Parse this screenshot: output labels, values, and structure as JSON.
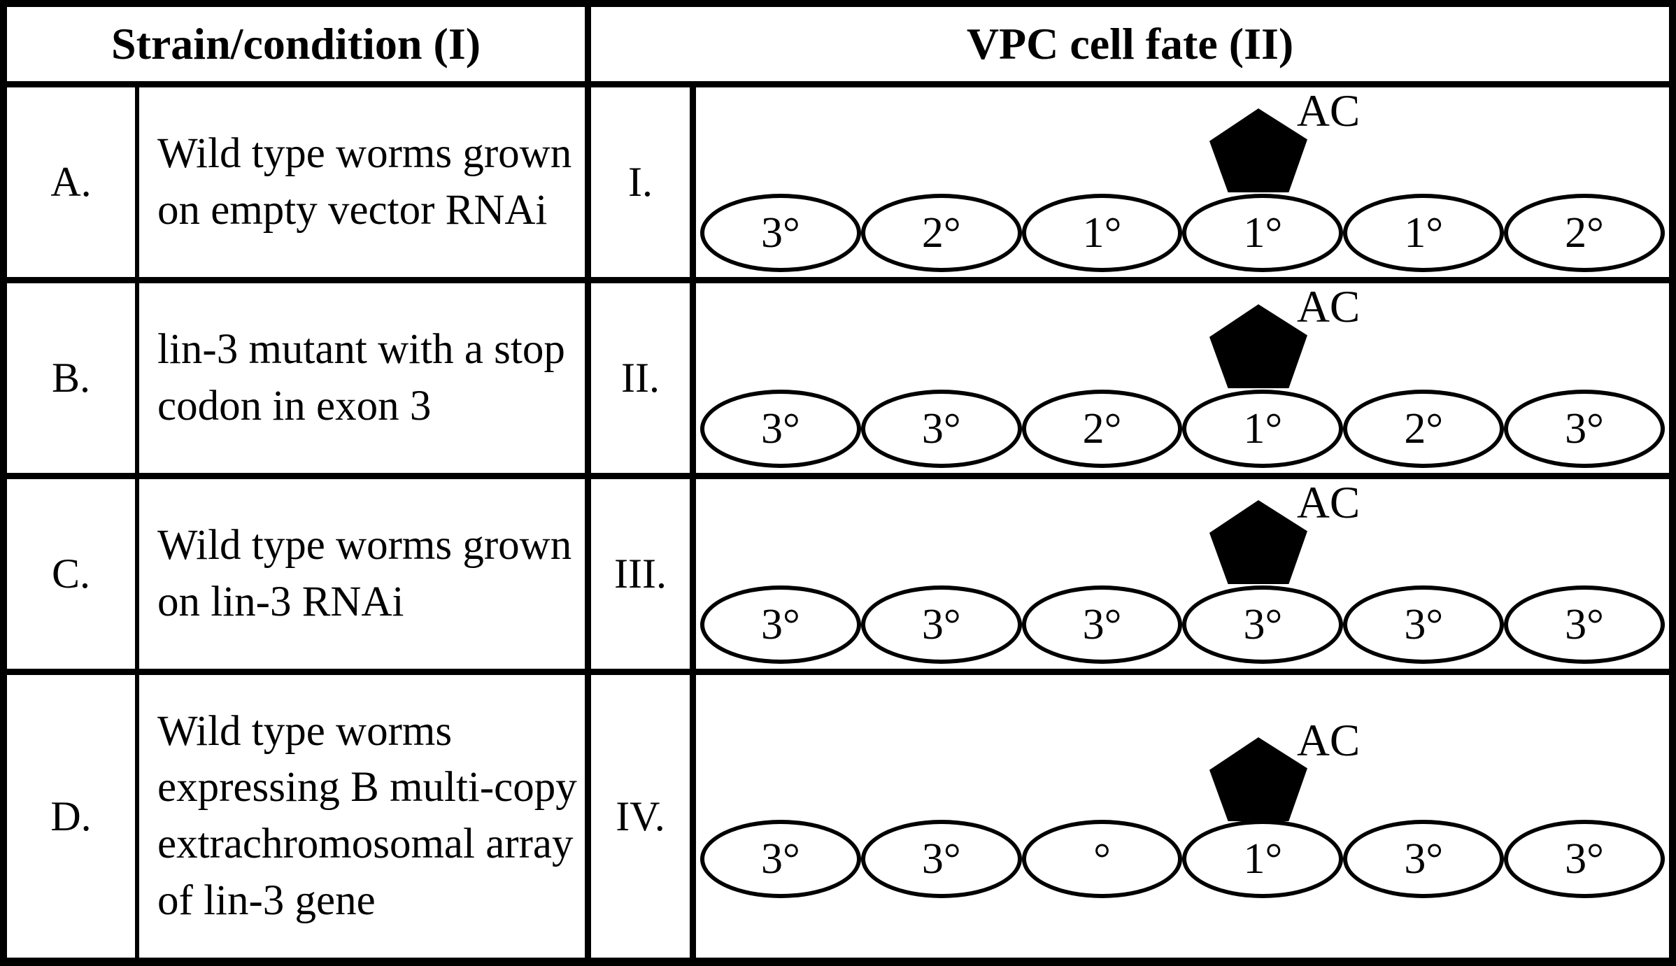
{
  "header": {
    "strain_condition": "Strain/condition (I)",
    "vpc_cell_fate": "VPC cell fate (II)"
  },
  "colors": {
    "line": "#000000",
    "background": "#ffffff",
    "pentagon_fill": "#000000"
  },
  "rows": [
    {
      "letter": "A.",
      "condition": "Wild type worms grown on empty vector RNAi",
      "numeral": "I.",
      "ac_label": "AC",
      "fates": [
        "3°",
        "2°",
        "1°",
        "1°",
        "1°",
        "2°"
      ]
    },
    {
      "letter": "B.",
      "condition": "lin-3 mutant with a stop codon in exon 3",
      "numeral": "II.",
      "ac_label": "AC",
      "fates": [
        "3°",
        "3°",
        "2°",
        "1°",
        "2°",
        "3°"
      ]
    },
    {
      "letter": "C.",
      "condition": "Wild type worms grown on lin-3 RNAi",
      "numeral": "III.",
      "ac_label": "AC",
      "fates": [
        "3°",
        "3°",
        "3°",
        "3°",
        "3°",
        "3°"
      ]
    },
    {
      "letter": "D.",
      "condition": "Wild type worms expressing B multi-copy extrachromosomal array of lin-3 gene",
      "numeral": "IV.",
      "ac_label": "AC",
      "fates": [
        "3°",
        "3°",
        "°",
        "1°",
        "3°",
        "3°"
      ]
    }
  ]
}
